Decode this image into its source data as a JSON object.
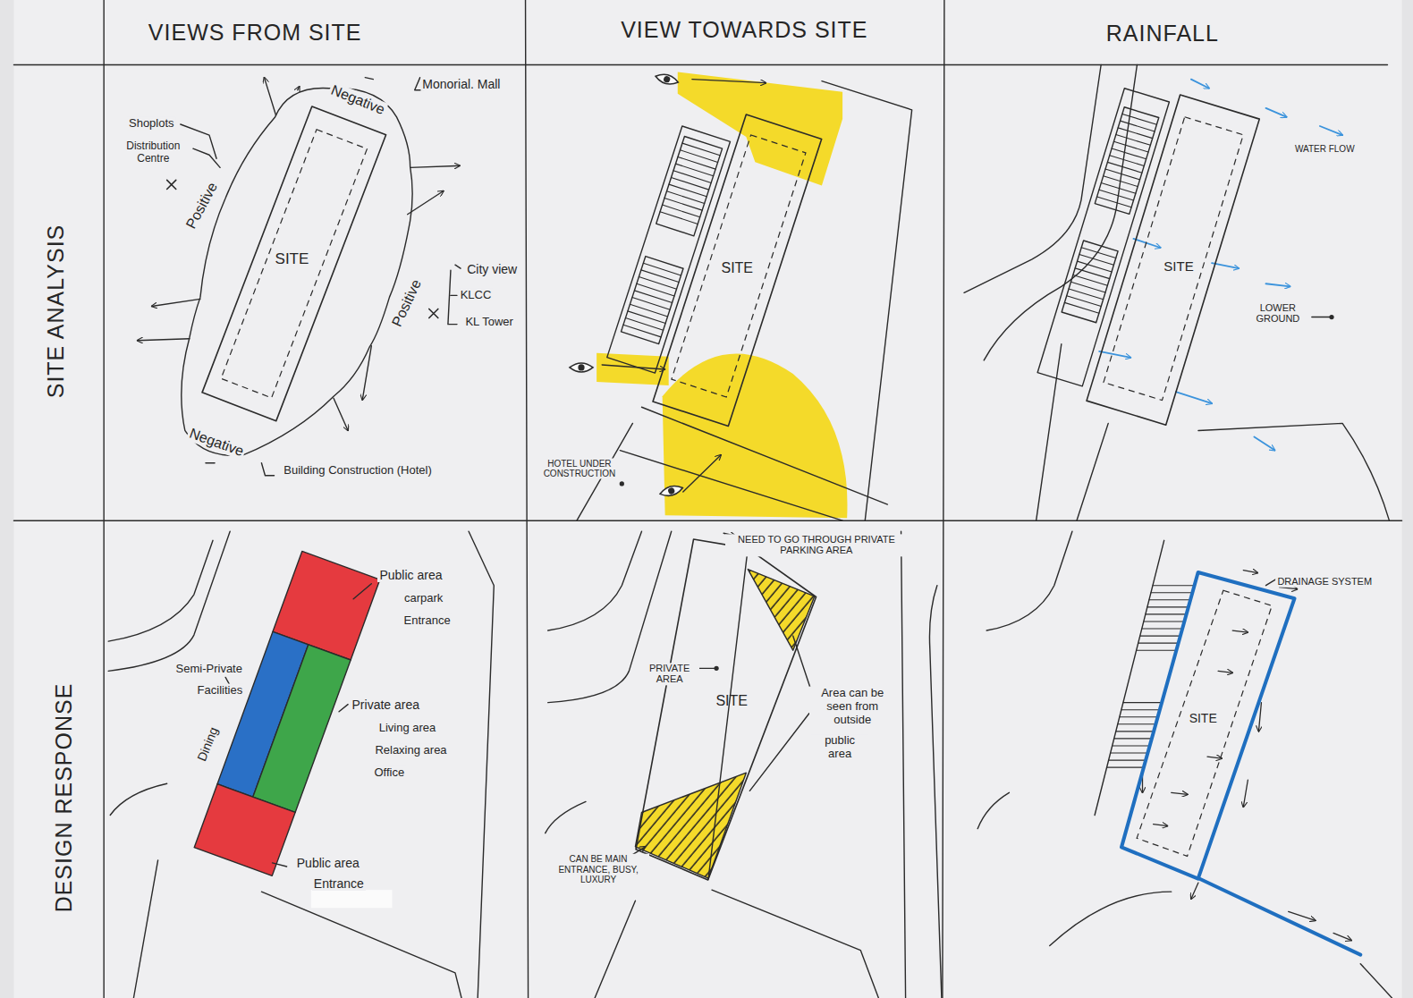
{
  "diagram": {
    "nodes": [
      {
        "text": [
          "SITE"
        ]
      },
      {
        "text": [
          "SITE"
        ]
      },
      {
        "text": [
          "SITE"
        ]
      },
      {
        "text": [
          "SITE"
        ]
      },
      {
        "text": [
          "SITE"
        ]
      }
    ],
    "labels": [
      "VIEWS FROM SITE",
      "VIEW TOWARDS SITE",
      "RAINFALL",
      "SITE ANALYSIS",
      "DESIGN RESPONSE",
      "Negative",
      "Monorial. Mall",
      "Shoplots",
      "Distribution Centre",
      "Positive",
      "Positive",
      "City view",
      "KLCC",
      "KL Tower",
      "Negative",
      "Building Construction (Hotel)",
      "HOTEL UNDER CONSTRUCTION",
      "WATER FLOW",
      "LOWER GROUND",
      "Public area",
      "carpark",
      "Entrance",
      "Semi-Private",
      "Facilities",
      "Dining",
      "Private area",
      "Living area",
      "Relaxing area",
      "Office",
      "Public area",
      "Entrance",
      "NEED TO GO THROUGH PRIVATE PARKING AREA",
      "PRIVATE AREA",
      "Area can be seen from outside",
      "public area",
      "CAN BE MAIN ENTRANCE, BUSY, LUXURY",
      "DRAINAGE SYSTEM"
    ]
  }
}
